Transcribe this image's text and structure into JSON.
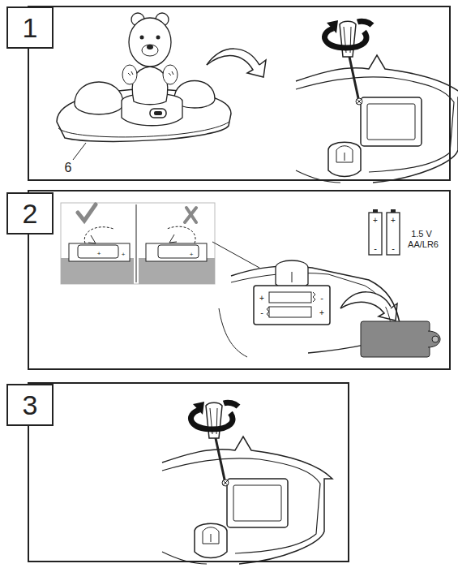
{
  "diagram": {
    "nodes": [
      {
        "text": [
          "1"
        ]
      },
      {
        "text": [
          "2"
        ]
      },
      {
        "text": [
          "3"
        ]
      }
    ],
    "labels": [
      "6",
      "1.5 V",
      "AA/LR6",
      "+",
      "-",
      "+",
      "-",
      "+",
      "-",
      "-",
      "+",
      "+",
      "+",
      "+"
    ]
  }
}
